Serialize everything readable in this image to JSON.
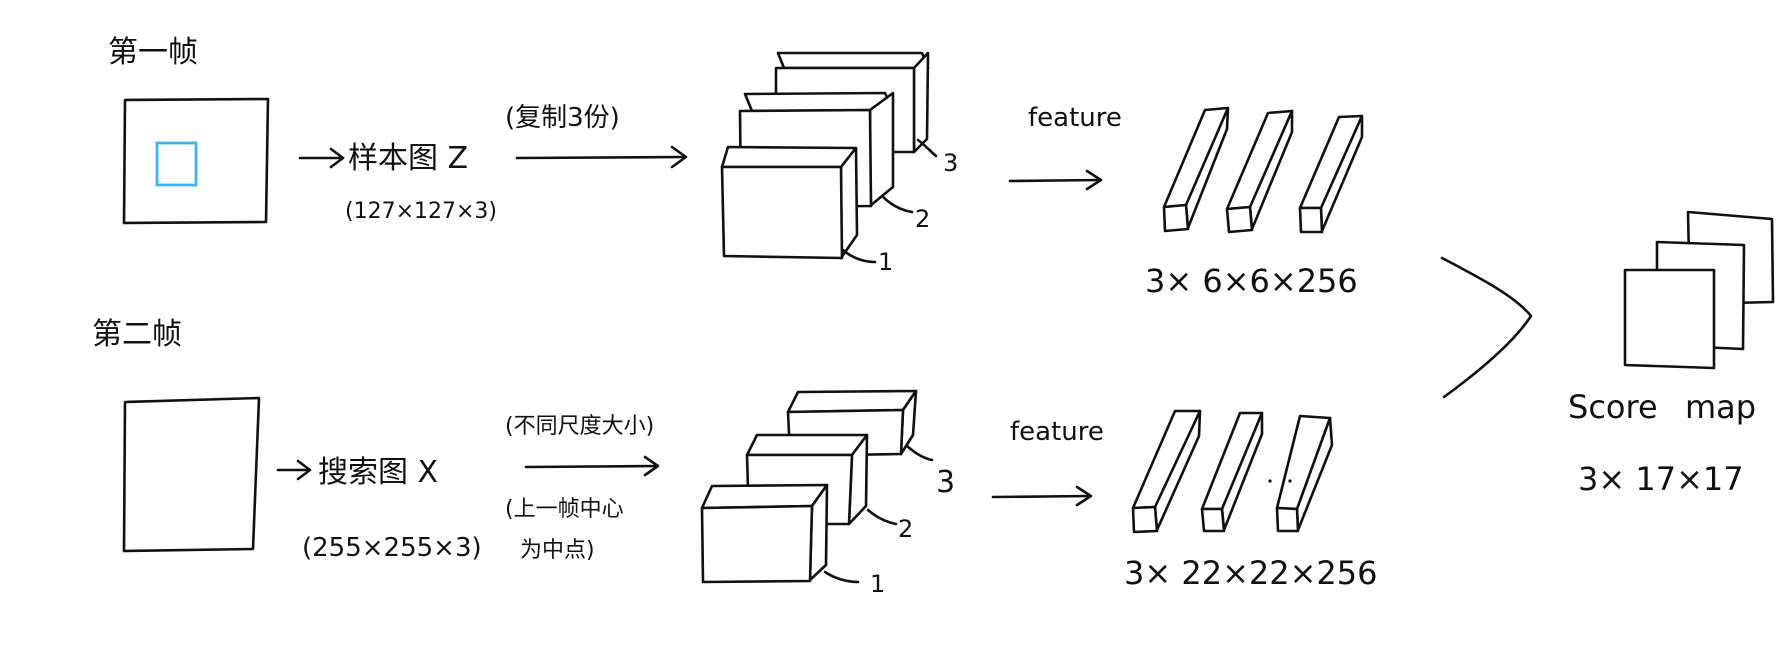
{
  "colors": {
    "ink": "#111111",
    "roi": "#3fb4ea",
    "background": "#ffffff"
  },
  "top": {
    "frame_label": "第一帧",
    "sample_label": "样本图 Z",
    "sample_size": "(127×127×3)",
    "copy_label": "(复制3份)",
    "stack_numbers": [
      "1",
      "2",
      "3"
    ],
    "feature_label": "feature",
    "feature_dims": "3× 6×6×256"
  },
  "bottom": {
    "frame_label": "第二帧",
    "search_label": "搜索图 X",
    "search_size": "(255×255×3)",
    "scale_label": "(不同尺度大小)",
    "center_note_1": "(上一帧中心",
    "center_note_2": "为中点)",
    "stack_numbers": [
      "1",
      "2",
      "3"
    ],
    "feature_label": "feature",
    "feature_dims": "3× 22×22×256"
  },
  "output": {
    "score_label_1": "Score",
    "score_label_2": "map",
    "score_dims": "3× 17×17"
  }
}
